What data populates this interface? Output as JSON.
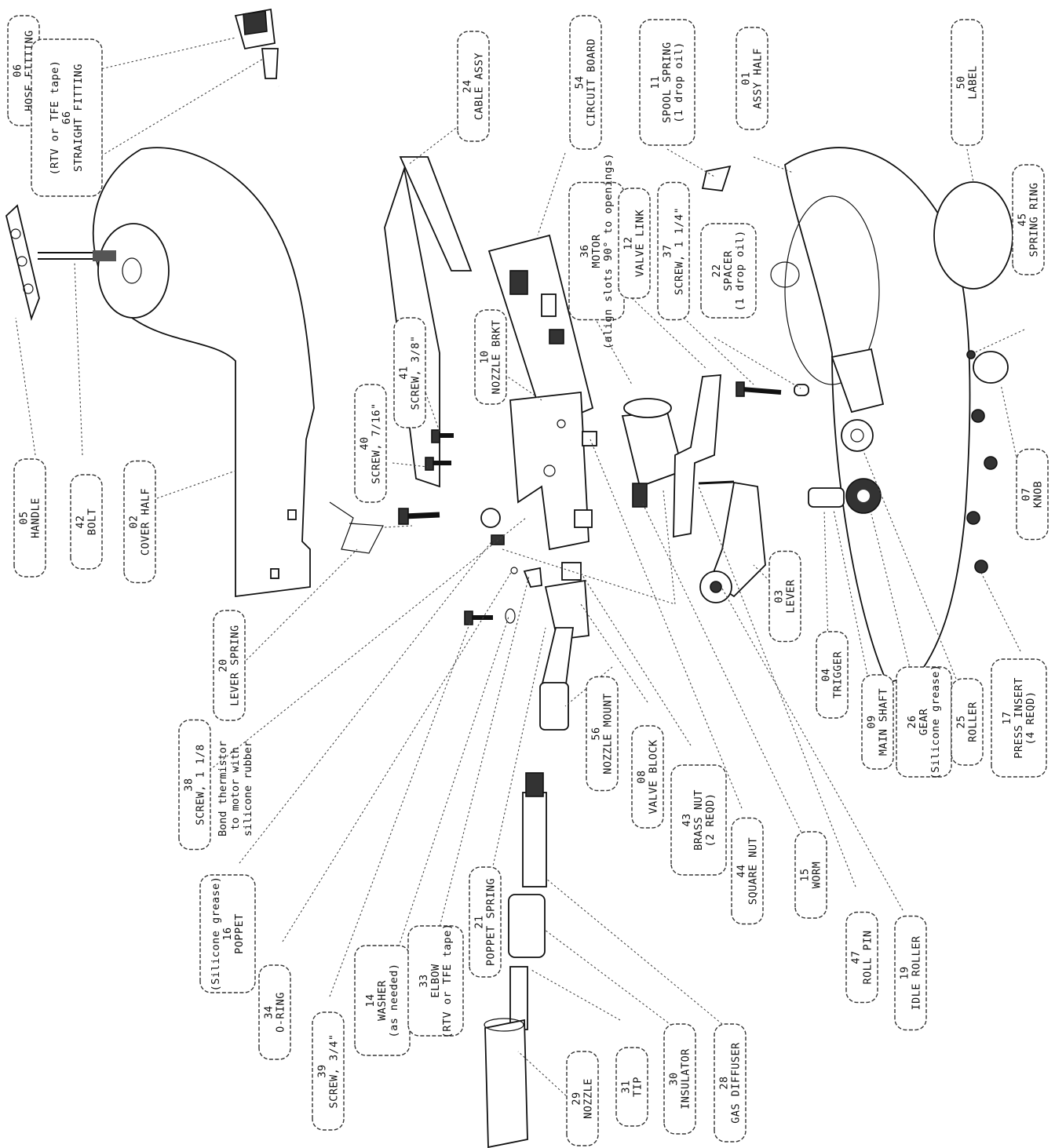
{
  "callouts": [
    {
      "id": "hose-fitting",
      "lines": [
        "06",
        "HOSE FITTING"
      ]
    },
    {
      "id": "straight-fitting",
      "lines": [
        "(RTV or TFE tape)",
        "66",
        "STRAIGHT FITTING"
      ]
    },
    {
      "id": "cable-assy",
      "lines": [
        "24",
        "CABLE ASSY"
      ]
    },
    {
      "id": "circuit-board",
      "lines": [
        "54",
        "CIRCUIT BOARD"
      ]
    },
    {
      "id": "spool-spring",
      "lines": [
        "11",
        "SPOOL SPRING",
        "(1 drop oil)"
      ]
    },
    {
      "id": "assy-half",
      "lines": [
        "01",
        "ASSY HALF"
      ]
    },
    {
      "id": "label",
      "lines": [
        "50",
        "LABEL"
      ]
    },
    {
      "id": "motor",
      "lines": [
        "36",
        "MOTOR",
        "(align slots 90° to openings)"
      ]
    },
    {
      "id": "valve-link",
      "lines": [
        "12",
        "VALVE LINK"
      ]
    },
    {
      "id": "screw-1-1-4",
      "lines": [
        "37",
        "SCREW, 1 1/4\""
      ]
    },
    {
      "id": "spacer",
      "lines": [
        "22",
        "SPACER",
        "(1 drop oil)"
      ]
    },
    {
      "id": "spring-ring",
      "lines": [
        "45",
        "SPRING RING"
      ]
    },
    {
      "id": "nozzle-brkt",
      "lines": [
        "10",
        "NOZZLE BRKT"
      ]
    },
    {
      "id": "screw-3-8",
      "lines": [
        "41",
        "SCREW, 3/8\""
      ]
    },
    {
      "id": "screw-7-16",
      "lines": [
        "40",
        "SCREW, 7/16\""
      ]
    },
    {
      "id": "handle",
      "lines": [
        "05",
        "HANDLE"
      ]
    },
    {
      "id": "bolt",
      "lines": [
        "42",
        "BOLT"
      ]
    },
    {
      "id": "cover-half",
      "lines": [
        "02",
        "COVER HALF"
      ]
    },
    {
      "id": "knob",
      "lines": [
        "07",
        "KNOB"
      ]
    },
    {
      "id": "lever",
      "lines": [
        "03",
        "LEVER"
      ]
    },
    {
      "id": "lever-spring",
      "lines": [
        "20",
        "LEVER SPRING"
      ]
    },
    {
      "id": "trigger",
      "lines": [
        "04",
        "TRIGGER"
      ]
    },
    {
      "id": "main-shaft",
      "lines": [
        "09",
        "MAIN SHAFT"
      ]
    },
    {
      "id": "gear",
      "lines": [
        "26",
        "GEAR",
        "(Silicone grease)"
      ]
    },
    {
      "id": "roller",
      "lines": [
        "25",
        "ROLLER"
      ]
    },
    {
      "id": "press-insert",
      "lines": [
        "17",
        "PRESS INSERT",
        "(4 REQD)"
      ]
    },
    {
      "id": "screw-1-1-8",
      "lines": [
        "38",
        "SCREW, 1 1/8"
      ]
    },
    {
      "id": "nozzle-mount",
      "lines": [
        "56",
        "NOZZLE MOUNT"
      ]
    },
    {
      "id": "valve-block",
      "lines": [
        "08",
        "VALVE BLOCK"
      ]
    },
    {
      "id": "brass-nut",
      "lines": [
        "43",
        "BRASS NUT",
        "(2 REQD)"
      ]
    },
    {
      "id": "square-nut",
      "lines": [
        "44",
        "SQUARE NUT"
      ]
    },
    {
      "id": "worm",
      "lines": [
        "15",
        "WORM"
      ]
    },
    {
      "id": "roll-pin",
      "lines": [
        "47",
        "ROLL PIN"
      ]
    },
    {
      "id": "idle-roller",
      "lines": [
        "19",
        "IDLE ROLLER"
      ]
    },
    {
      "id": "poppet",
      "lines": [
        "(Silicone grease)",
        "16",
        "POPPET"
      ]
    },
    {
      "id": "o-ring",
      "lines": [
        "34",
        "O-RING"
      ]
    },
    {
      "id": "screw-3-4",
      "lines": [
        "39",
        "SCREW, 3/4\""
      ]
    },
    {
      "id": "washer",
      "lines": [
        "14",
        "WASHER",
        "(as needed)"
      ]
    },
    {
      "id": "elbow",
      "lines": [
        "33",
        "ELBOW",
        "(RTV or TFE tape)"
      ]
    },
    {
      "id": "poppet-spring",
      "lines": [
        "21",
        "POPPET SPRING"
      ]
    },
    {
      "id": "nozzle",
      "lines": [
        "29",
        "NOZZLE"
      ]
    },
    {
      "id": "tip",
      "lines": [
        "31",
        "TIP"
      ]
    },
    {
      "id": "insulator",
      "lines": [
        "30",
        "INSULATOR"
      ]
    },
    {
      "id": "gas-diffuser",
      "lines": [
        "28",
        "GAS DIFFUSER"
      ]
    }
  ],
  "notes": [
    {
      "id": "bond-thermistor",
      "lines": [
        "Bond thermistor",
        "to motor with",
        "silicone rubber"
      ]
    }
  ]
}
